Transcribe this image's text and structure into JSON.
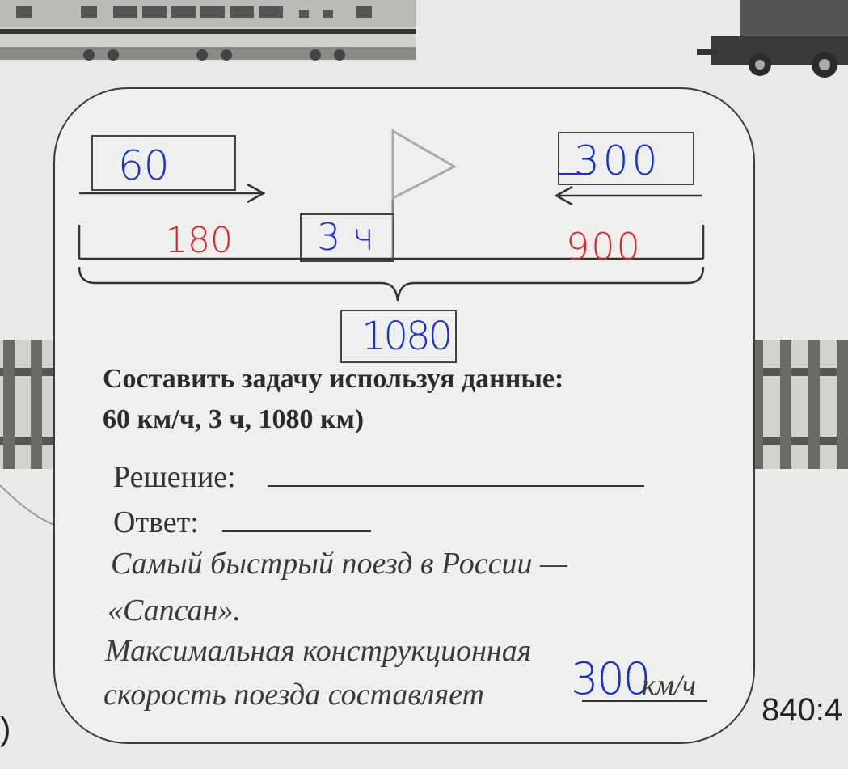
{
  "diagram": {
    "speed_left": "60",
    "speed_right": "300",
    "distance_left": "180",
    "time": "3 ч",
    "distance_right": "900",
    "total_distance": "1080"
  },
  "task": {
    "line1": "Составить задачу используя данные:",
    "line2": "60 км/ч, 3 ч, 1080 км)"
  },
  "solution_label": "Решение:",
  "answer_label": "Ответ:",
  "fact": {
    "line1": "Самый быстрый поезд в России —",
    "line2": "«Сапсан».",
    "line3": "Максимальная конструкционная",
    "line4_text": "скорость поезда составляет",
    "line4_value": "300",
    "line4_unit": "км/ч"
  },
  "page_fragment": "840:4",
  "left_fragment": ")"
}
